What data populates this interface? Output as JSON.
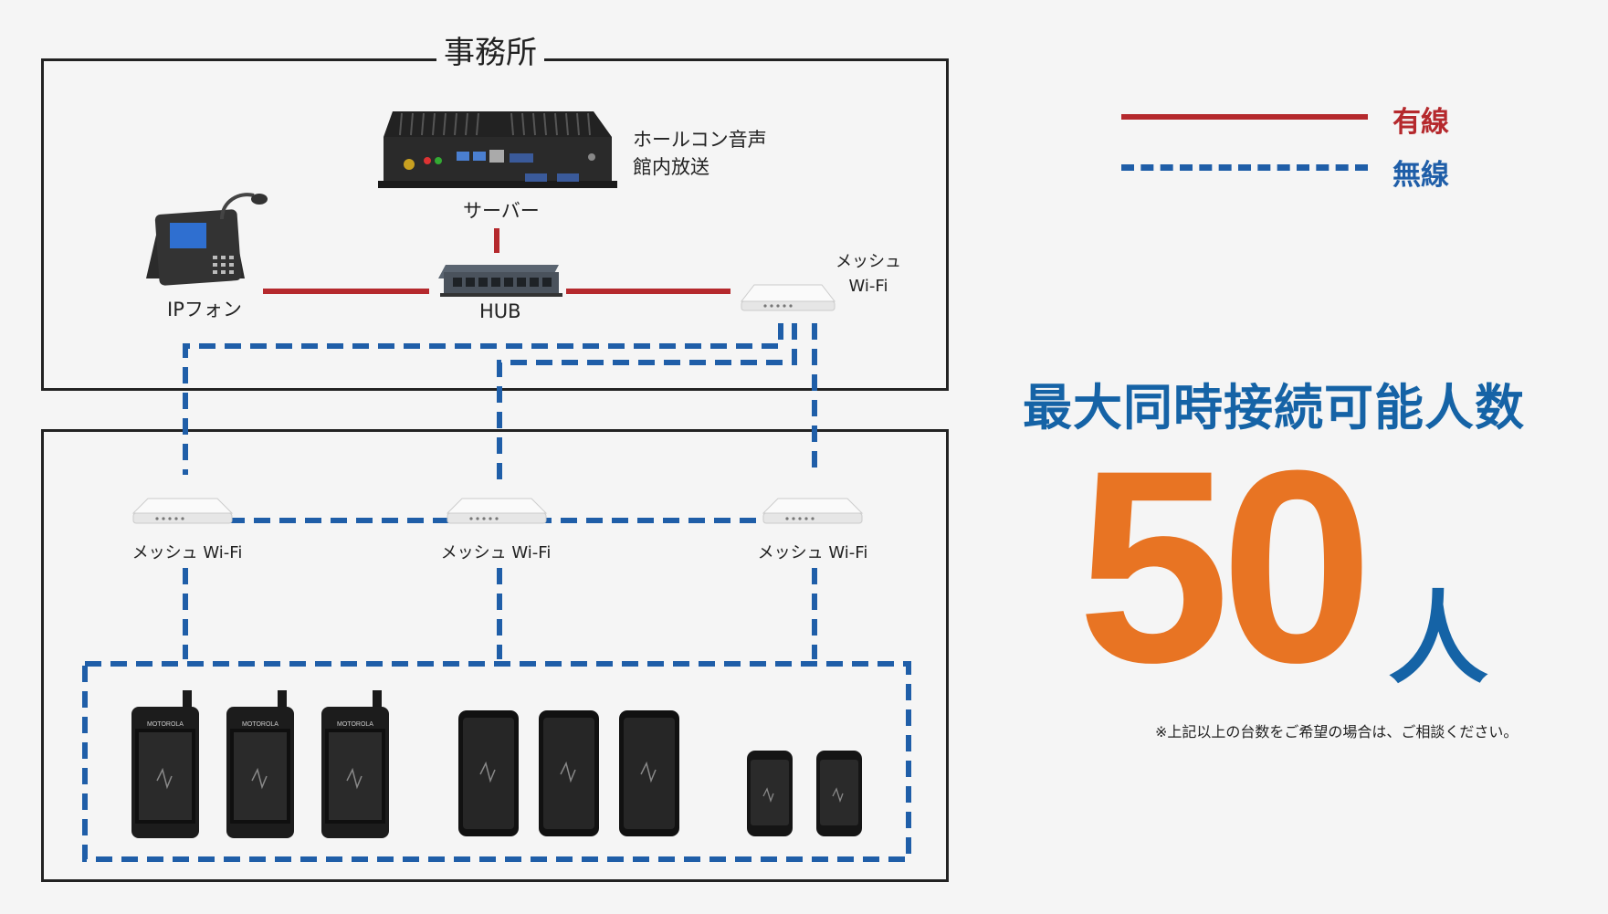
{
  "office": {
    "title": "事務所"
  },
  "devices": {
    "server_label": "サーバー",
    "server_note_line1": "ホールコン音声",
    "server_note_line2": "館内放送",
    "ipphone_label": "IPフォン",
    "hub_label": "HUB",
    "office_mesh_line1": "メッシュ",
    "office_mesh_line2": "Wi-Fi",
    "mesh_labels": [
      "メッシュ Wi-Fi",
      "メッシュ Wi-Fi",
      "メッシュ Wi-Fi"
    ],
    "radio_brand": "MOTOROLA"
  },
  "legend": {
    "wired": "有線",
    "wireless": "無線"
  },
  "colors": {
    "wired": "#b5292d",
    "wireless": "#1f5ea8",
    "accent_orange": "#e87423",
    "accent_blue": "#1563a6"
  },
  "headline": "最大同時接続可能人数",
  "count": {
    "value": "50",
    "unit": "人"
  },
  "note": "※上記以上の台数をご希望の場合は、ご相談ください。"
}
